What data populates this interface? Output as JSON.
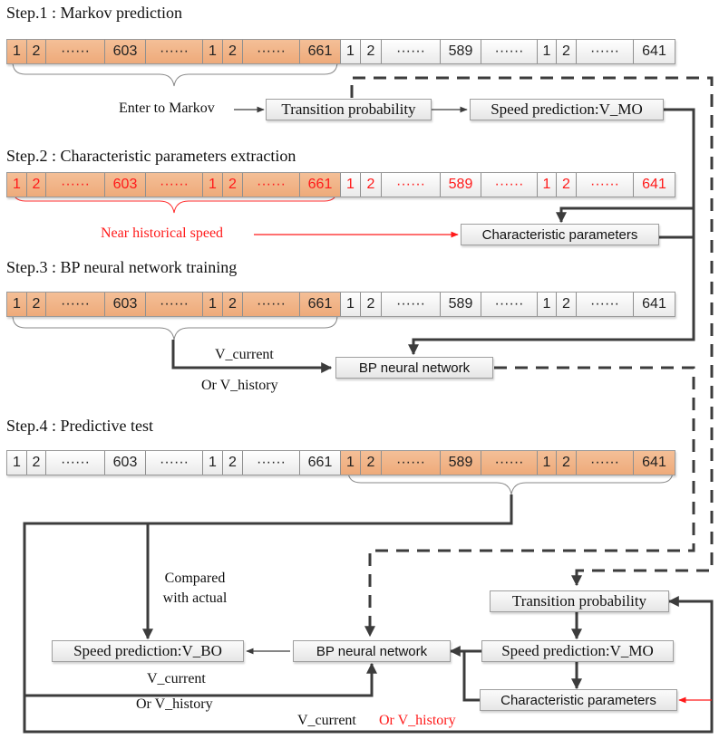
{
  "steps": [
    {
      "title": "Step.1 : Markov prediction"
    },
    {
      "title": "Step.2 : Characteristic parameters extraction"
    },
    {
      "title": "Step.3 : BP neural network training"
    },
    {
      "title": "Step.4 : Predictive test"
    }
  ],
  "sequence_cells": [
    "1",
    "2",
    "······",
    "603",
    "······",
    "1",
    "2",
    "······",
    "661",
    "1",
    "2",
    "······",
    "589",
    "······",
    "1",
    "2",
    "······",
    "641"
  ],
  "colors": {
    "highlight": "#eeaa7a",
    "red": "#ff1a1a",
    "line": "#404040"
  },
  "step1": {
    "enter_label": "Enter to Markov",
    "transition_box": "Transition probability",
    "speed_box": "Speed prediction:V_MO"
  },
  "step2": {
    "near_label": "Near historical speed",
    "char_box": "Characteristic parameters"
  },
  "step3": {
    "v_current": "V_current",
    "or_history": "Or V_history",
    "bp_box": "BP neural network"
  },
  "step4": {
    "compared_line1": "Compared",
    "compared_line2": "with actual",
    "transition_box": "Transition probability",
    "speed_mo_box": "Speed prediction:V_MO",
    "bp_box": "BP neural network",
    "speed_bo_box": "Speed prediction:V_BO",
    "char_box": "Characteristic parameters",
    "v_current_a": "V_current",
    "or_history_a": "Or V_history",
    "v_current_b": "V_current",
    "or_history_b": "Or V_history"
  }
}
